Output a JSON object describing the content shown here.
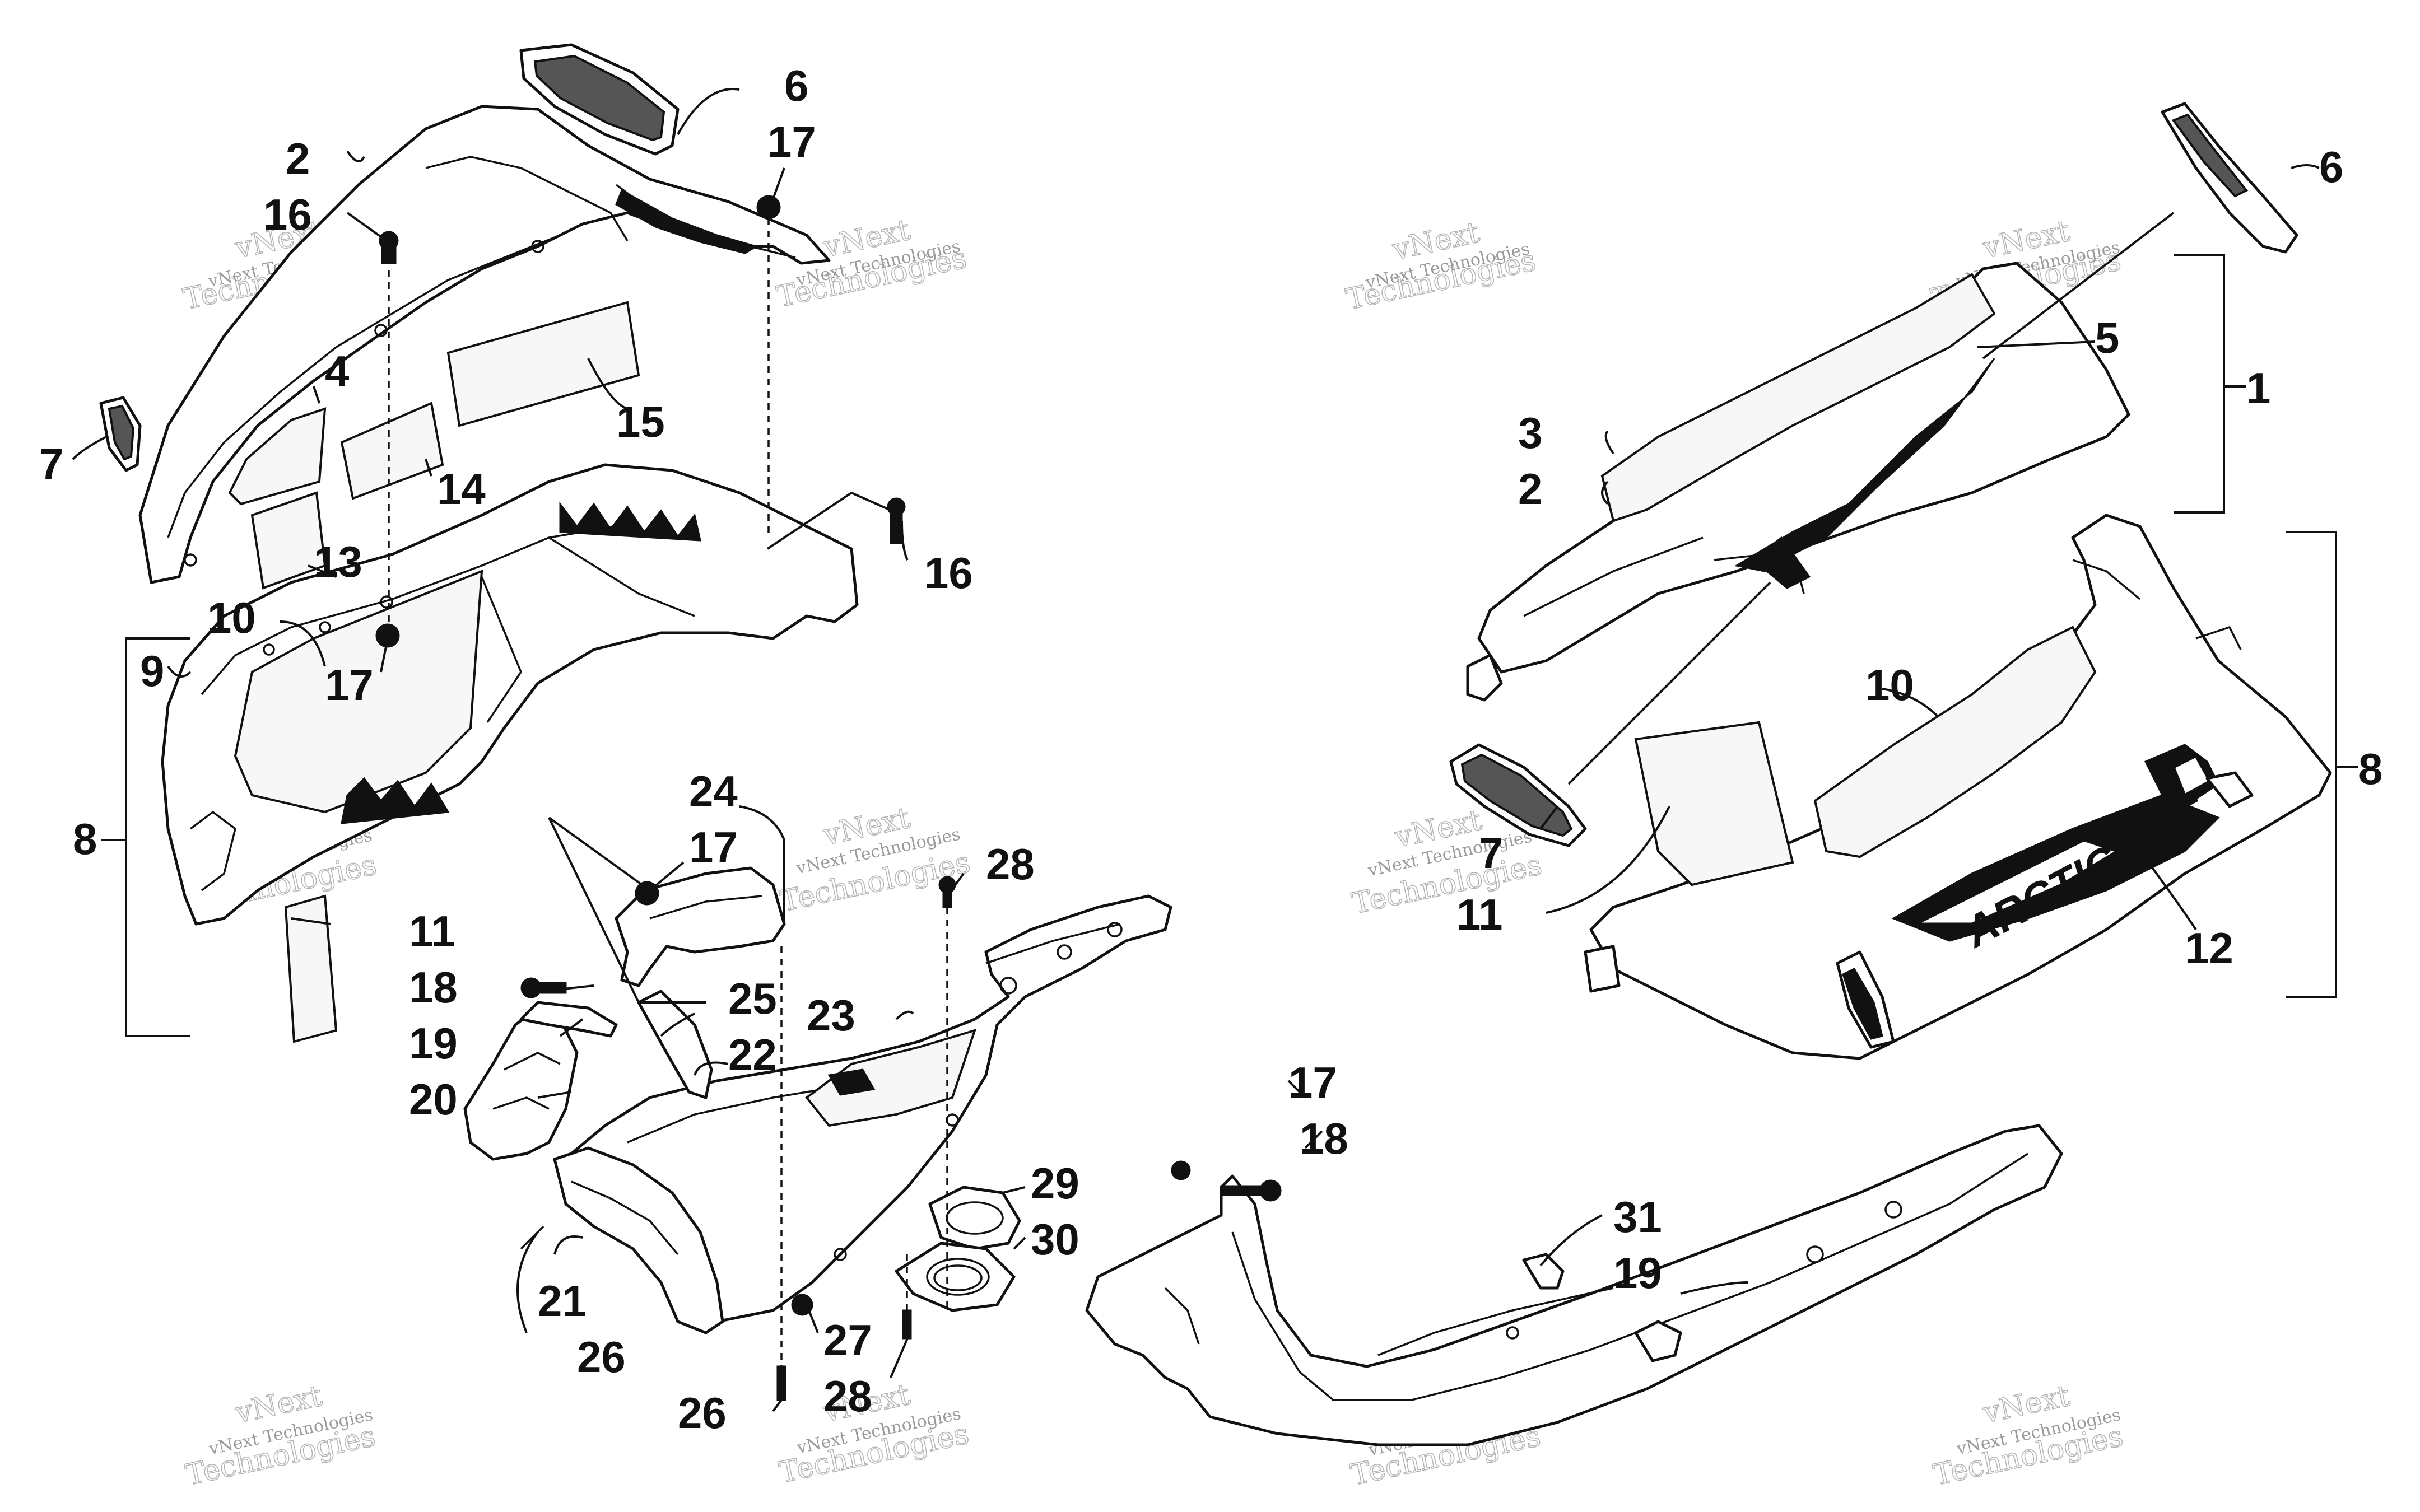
{
  "callouts": {
    "c1": "1",
    "c2": "2",
    "c3": "3",
    "c4": "4",
    "c5": "5",
    "c6": "6",
    "c7": "7",
    "c8": "8",
    "c9": "9",
    "c10": "10",
    "c11": "11",
    "c12": "12",
    "c13": "13",
    "c14": "14",
    "c15": "15",
    "c16": "16",
    "c17": "17",
    "c18": "18",
    "c19": "19",
    "c20": "20",
    "c21": "21",
    "c22": "22",
    "c23": "23",
    "c24": "24",
    "c25": "25",
    "c26": "26",
    "c27": "27",
    "c28": "28",
    "c29": "29",
    "c30": "30",
    "c31": "31"
  },
  "brand_text": "ARCTIC CAT",
  "watermark": {
    "line1": "vNext Technologies",
    "line2a": "vNext",
    "line2b": "Technologies"
  }
}
